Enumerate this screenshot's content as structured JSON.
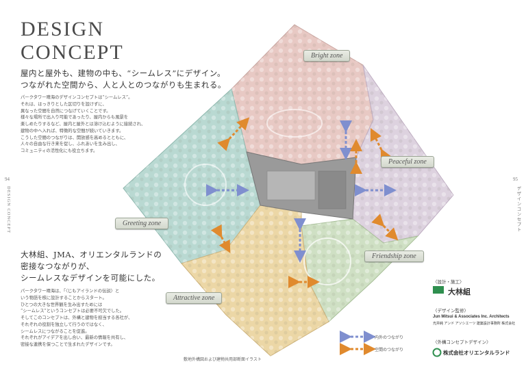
{
  "page": {
    "title_line1": "DESIGN",
    "title_line2": "CONCEPT",
    "lead1_line1": "屋内と屋外も、建物の中も、“シームレス”にデザイン。",
    "lead1_line2": "つながれた空間から、人と人とのつながりも生まれる。",
    "body1": [
      "パークタワー晴海のデザインコンセプトは“シームレス”。",
      "それは、はっきりとした区切りを設けずに、",
      "異なった空間を自然につなげていくことです。",
      "様々な場所で出入り可能であったり、屋内からも風景を",
      "楽しめたりするなど、屋内と屋外とは溶け込むように接続され、",
      "建物の中へ入れば、特徴的な空間が続いていきます。",
      "こうした空間のつながりは、開放感を高めるとともに、",
      "人々の自由な行き来を促し、ふれあいを生み出し、",
      "コミュニティの活性化にも役立ちます。"
    ],
    "lead2_line1": "大林組、JMA、オリエンタルランドの",
    "lead2_line2": "密接なつながりが、",
    "lead2_line3": "シームレスなデザインを可能にした。",
    "body2": [
      "パークタワー晴海は、「〈じもアイランドの伝説〉と",
      "いう物語を核に設計することからスタート。",
      "ひとつの大きな世界観を生み出すためには",
      "“シームレス”というコンセプトは必要不可欠でした。",
      "そしてこのコンセプトは、外構と建物を担当する各社が、",
      "それぞれの役割を独立して行うのではなく、",
      "シームレスにつながることを促進。",
      "それぞれがアイデアを出し合い、最新の情報を共有し、",
      "密接な連携を保つことで生まれたデザインです。"
    ],
    "page_left": "94",
    "page_right": "95",
    "side_left": "DESIGN CONCEPT",
    "side_right": "デザインコンセプト"
  },
  "zones": {
    "bright": "Bright zone",
    "peaceful": "Peaceful zone",
    "greeting": "Greeting zone",
    "friendship": "Friendship zone",
    "attractive": "Attractive zone"
  },
  "legend": {
    "inner": "内外のつながり",
    "space": "空間のつながり"
  },
  "caption": "敷地外構図および建物共用部断面イラスト",
  "credits": {
    "design_head": "〈設計・施工〉",
    "design_name": "大林組",
    "supervise_head": "〈デザイン監修〉",
    "supervise_name_en": "Jun Mitsui & Associates Inc. Architects",
    "supervise_name_jp": "光井純 アンド アソシエーツ 建築設計事務所 株式会社",
    "exterior_head": "〈外構コンセプトデザイン〉",
    "exterior_name": "株式会社オリエンタルランド"
  },
  "colors": {
    "bright_zone": "#e8c9c4",
    "peaceful_zone": "#ddd2df",
    "greeting_zone": "#b9d9d2",
    "friendship_zone": "#cfe0c4",
    "attractive_zone": "#ecd7a6",
    "inner_arrow": "#7f8fcf",
    "space_arrow": "#e08a2e"
  }
}
